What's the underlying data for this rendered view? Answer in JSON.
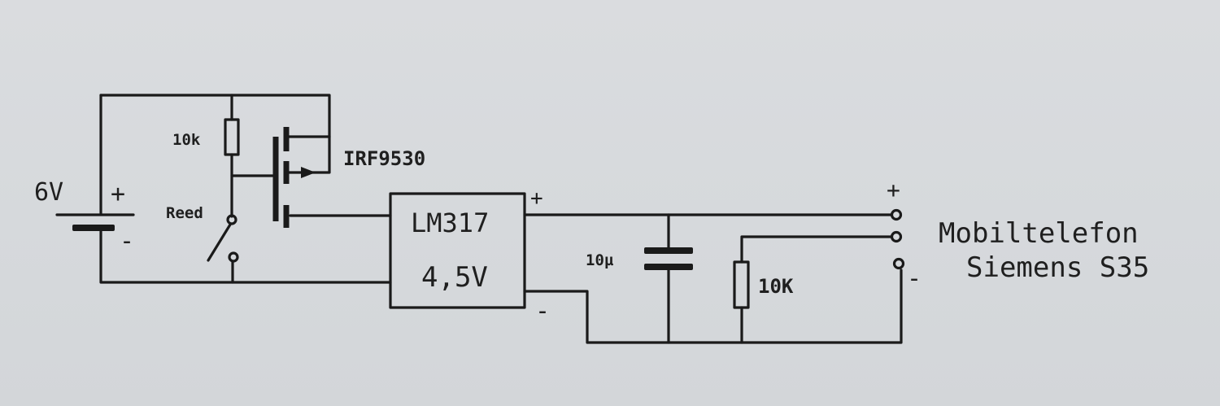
{
  "labels": {
    "battery_voltage": "6V",
    "battery_plus": "+",
    "battery_minus": "-",
    "resistor_1": "10k",
    "reed_switch": "Reed",
    "mosfet": "IRF9530",
    "regulator_line1": "LM317",
    "regulator_line2": "4,5V",
    "regulator_plus": "+",
    "regulator_minus": "-",
    "capacitor": "10µ",
    "resistor_2": "10K",
    "output_plus": "+",
    "output_minus": "-",
    "device_line1": "Mobiltelefon",
    "device_line2": "Siemens S35"
  }
}
